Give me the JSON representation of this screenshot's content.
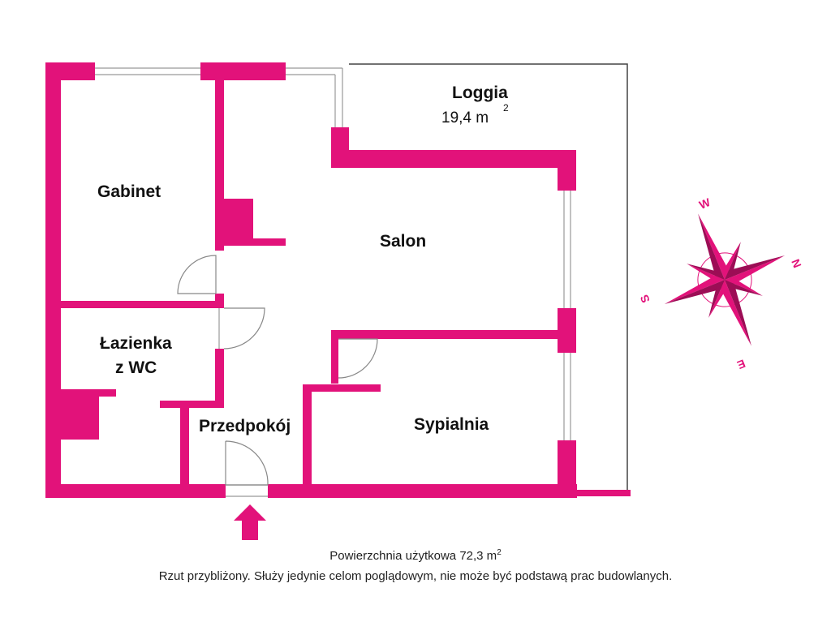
{
  "colors": {
    "wall": "#e2127a",
    "outline": "#444444",
    "arc": "#888888"
  },
  "rooms": {
    "loggia": {
      "name": "Loggia",
      "area": "19,4 m",
      "area_sup": "2"
    },
    "gabinet": {
      "name": "Gabinet"
    },
    "salon": {
      "name": "Salon"
    },
    "lazienka": {
      "line1": "Łazienka",
      "line2": "z WC"
    },
    "przedpokoj": {
      "name": "Przedpokój"
    },
    "sypialnia": {
      "name": "Sypialnia"
    }
  },
  "compass": {
    "n": "N",
    "e": "E",
    "s": "S",
    "w": "W"
  },
  "footer": {
    "usable_area": "Powierzchnia użytkowa 72,3 m",
    "usable_area_sup": "2",
    "disclaimer": "Rzut przybliżony. Służy jedynie celom poglądowym, nie może być podstawą prac budowlanych."
  }
}
